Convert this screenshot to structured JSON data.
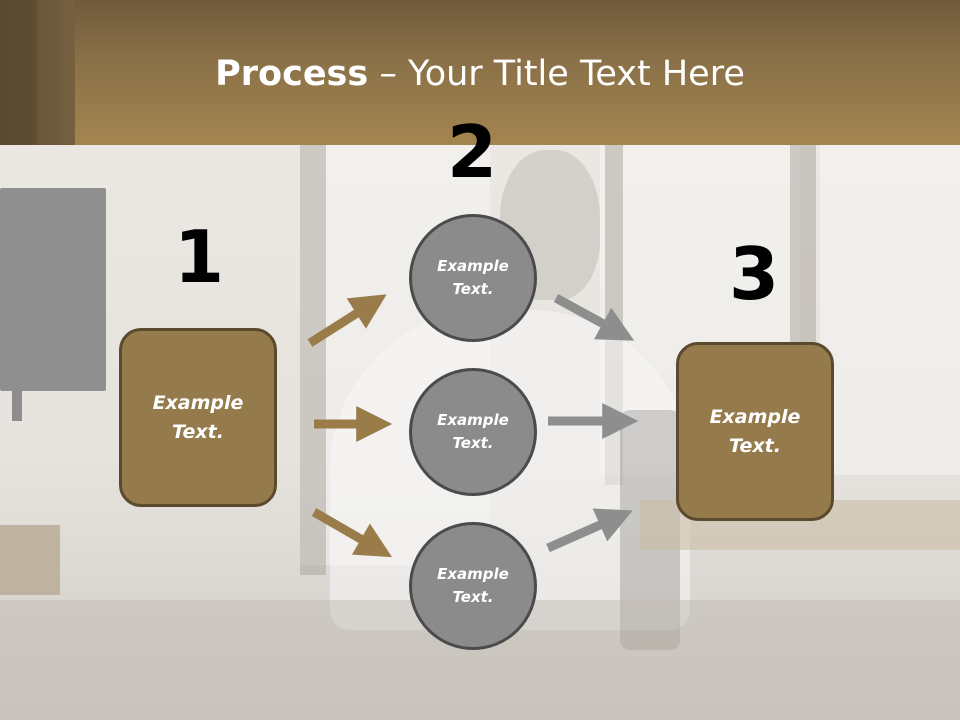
{
  "title": {
    "bold": "Process",
    "rest": " – Your Title Text Here"
  },
  "steps": {
    "one": "1",
    "two": "2",
    "three": "3"
  },
  "boxes": {
    "left": "Example Text.",
    "right": "Example Text."
  },
  "circles": {
    "top": "Example Text.",
    "middle": "Example Text.",
    "bottom": "Example Text."
  },
  "colors": {
    "header": "#a3854f",
    "box_fill": "#957a4c",
    "box_border": "#5a4a2e",
    "circle_fill": "#8b8b8b",
    "circle_border": "#4b4b4b",
    "arrow_brown": "#9a7c4a",
    "arrow_gray": "#8e8e8e"
  },
  "icons": {
    "arrows": [
      "arrow-up-right-icon",
      "arrow-right-icon",
      "arrow-down-right-icon",
      "arrow-down-right-icon",
      "arrow-right-icon",
      "arrow-up-right-icon"
    ]
  }
}
